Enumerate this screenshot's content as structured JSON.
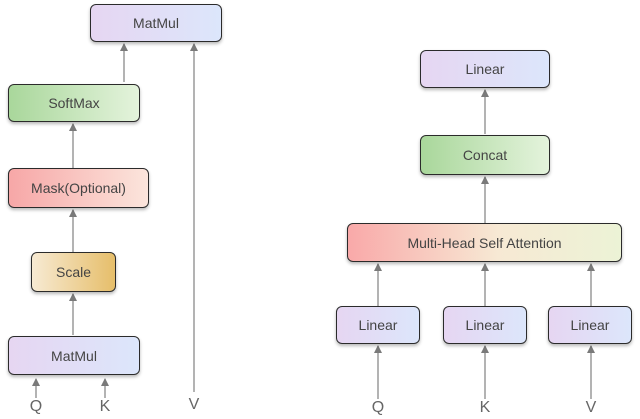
{
  "left_diagram": {
    "boxes": {
      "matmul_top": "MatMul",
      "softmax": "SoftMax",
      "mask": "Mask(Optional)",
      "scale": "Scale",
      "matmul_bottom": "MatMul"
    },
    "inputs": {
      "q": "Q",
      "k": "K",
      "v": "V"
    }
  },
  "right_diagram": {
    "boxes": {
      "linear_top": "Linear",
      "concat": "Concat",
      "mhsa": "Multi-Head Self Attention",
      "linear_q": "Linear",
      "linear_k": "Linear",
      "linear_v": "Linear"
    },
    "inputs": {
      "q": "Q",
      "k": "K",
      "v": "V"
    }
  },
  "colors": {
    "arrow": "#7a7a7a",
    "border": "#2b2b2b",
    "purple": "#e6d6f2",
    "green": "#a9d79b",
    "red": "#f7a7a7",
    "yellow": "#e6be6a"
  }
}
